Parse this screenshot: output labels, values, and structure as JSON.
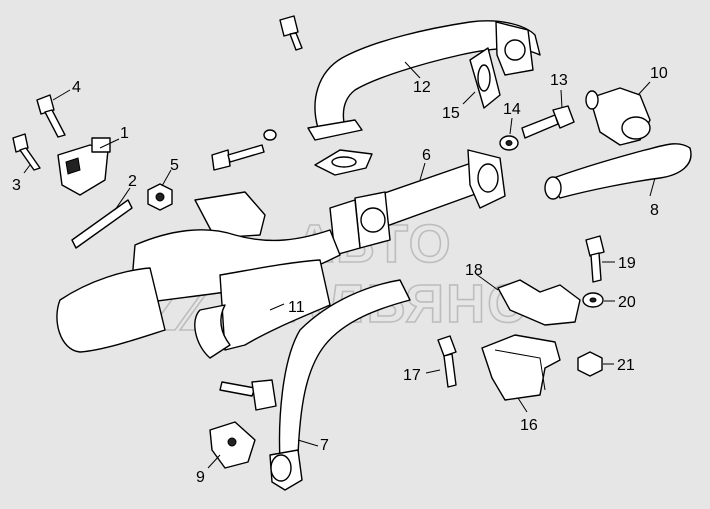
{
  "diagram": {
    "callouts": [
      {
        "id": "c1",
        "label": "1"
      },
      {
        "id": "c2",
        "label": "2"
      },
      {
        "id": "c3",
        "label": "3"
      },
      {
        "id": "c4",
        "label": "4"
      },
      {
        "id": "c5",
        "label": "5"
      },
      {
        "id": "c6",
        "label": "6"
      },
      {
        "id": "c7",
        "label": "7"
      },
      {
        "id": "c8",
        "label": "8"
      },
      {
        "id": "c9",
        "label": "9"
      },
      {
        "id": "c10",
        "label": "10"
      },
      {
        "id": "c11",
        "label": "11"
      },
      {
        "id": "c12",
        "label": "12"
      },
      {
        "id": "c13",
        "label": "13"
      },
      {
        "id": "c14",
        "label": "14"
      },
      {
        "id": "c15",
        "label": "15"
      },
      {
        "id": "c16",
        "label": "16"
      },
      {
        "id": "c17",
        "label": "17"
      },
      {
        "id": "c18",
        "label": "18"
      },
      {
        "id": "c19",
        "label": "19"
      },
      {
        "id": "c20",
        "label": "20"
      },
      {
        "id": "c21",
        "label": "21"
      }
    ],
    "watermark": {
      "line1": "АВТО",
      "line2": "АЛЬЯНС"
    }
  }
}
